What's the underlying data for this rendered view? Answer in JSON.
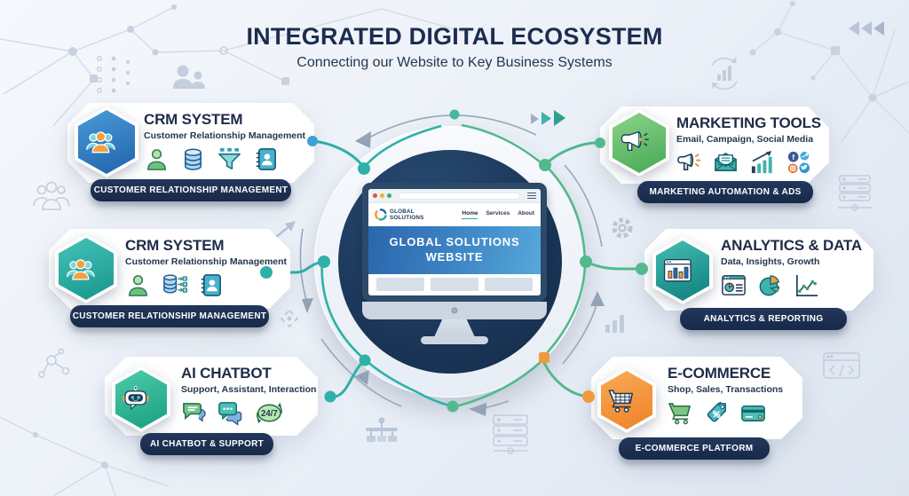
{
  "header": {
    "title": "INTEGRATED DIGITAL ECOSYSTEM",
    "subtitle": "Connecting our Website to Key Business Systems"
  },
  "website": {
    "logo_line1": "GLOBAL",
    "logo_line2": "SOLUTIONS",
    "nav": [
      {
        "label": "Home",
        "active": true
      },
      {
        "label": "Services",
        "active": false
      },
      {
        "label": "About",
        "active": false
      }
    ],
    "hero_line1": "GLOBAL SOLUTIONS",
    "hero_line2": "WEBSITE"
  },
  "chat_badge_text": "24/7",
  "cards": [
    {
      "title": "CRM SYSTEM",
      "subtitle": "Customer Relationship Management",
      "badge": "CUSTOMER RELATIONSHIP MANAGEMENT",
      "hex_icon": "team-icon",
      "hex_from": "#4a9bd8",
      "hex_to": "#1f63ab",
      "icons": [
        "person-icon",
        "database-icon",
        "funnel-icon",
        "contact-book-icon"
      ]
    },
    {
      "title": "CRM SYSTEM",
      "subtitle": "Customer Relationship Management",
      "badge": "CUSTOMER RELATIONSHIP MANAGEMENT",
      "hex_icon": "team-icon",
      "hex_from": "#45c2b8",
      "hex_to": "#17968e",
      "icons": [
        "person-icon",
        "database-sync-icon",
        "contact-book-icon"
      ]
    },
    {
      "title": "AI CHATBOT",
      "subtitle": "Support, Assistant, Interaction",
      "badge": "AI CHATBOT & SUPPORT",
      "hex_icon": "robot-icon",
      "hex_from": "#4ecbaa",
      "hex_to": "#17a07f",
      "icons": [
        "speech-bubble-icon",
        "chat-bubbles-icon",
        "badge-247-icon"
      ]
    },
    {
      "title": "MARKETING TOOLS",
      "subtitle": "Email, Campaign, Social Media",
      "badge": "MARKETING AUTOMATION & ADS",
      "hex_icon": "megaphone-hex-icon",
      "hex_from": "#8bd489",
      "hex_to": "#46a854",
      "icons": [
        "megaphone-icon",
        "envelope-icon",
        "growth-chart-icon",
        "social-media-icon"
      ]
    },
    {
      "title": "ANALYTICS & DATA",
      "subtitle": "Data, Insights, Growth",
      "badge": "ANALYTICS & REPORTING",
      "hex_icon": "dashboard-icon",
      "hex_from": "#43bdb2",
      "hex_to": "#0f7e7c",
      "icons": [
        "report-window-icon",
        "pie-chart-icon",
        "line-chart-icon"
      ]
    },
    {
      "title": "E-COMMERCE",
      "subtitle": "Shop, Sales, Transactions",
      "badge": "E-COMMERCE PLATFORM",
      "hex_icon": "cart-outline-icon",
      "hex_from": "#f8ab55",
      "hex_to": "#ee8128",
      "icons": [
        "shopping-cart-icon",
        "price-tag-icon",
        "credit-card-icon"
      ]
    }
  ],
  "colors": {
    "accent_teal": "#2fb0a8",
    "accent_green": "#53b98c",
    "accent_blue": "#3b9fd8",
    "accent_orange": "#f09a3e",
    "badge_navy": "#1d2f52",
    "title_navy": "#1c2e4e",
    "circle_navy": "#1a3557"
  }
}
